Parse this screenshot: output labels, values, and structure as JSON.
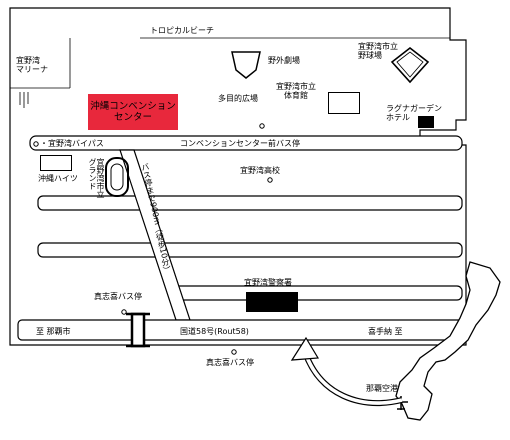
{
  "map": {
    "labels": {
      "tropical_beach": "トロピカルビーチ",
      "marina": "宜野湾\nマリーナ",
      "open_air_theater": "野外劇場",
      "baseball_stadium": "宜野湾市立\n野球場",
      "multipurpose_plaza": "多目的広場",
      "gymnasium": "宜野湾市立\n体育館",
      "convention_center": "沖縄コンベンション\nセンター",
      "laguna_garden_hotel": "ラグナガーデン\nホテル",
      "bypass": "・宜野湾バイパス",
      "convention_bus_stop": "コンベンションセンター前バス停",
      "okinawa_heights": "沖縄ハイツ",
      "city_ground": "宜野湾市立\nグランド",
      "bus_walk_text": "バス停まで900m（徒歩10分）",
      "high_school": "宜野湾高校",
      "police_station": "宜野湾警察署",
      "mashiki_bus_stop_top": "真志喜バス停",
      "mashiki_bus_stop_bottom": "真志喜バス停",
      "to_naha": "至 那覇市",
      "route58": "国道58号(Rout58)",
      "to_ginowan": "喜手納 至",
      "naha_airport": "那覇空港"
    }
  }
}
